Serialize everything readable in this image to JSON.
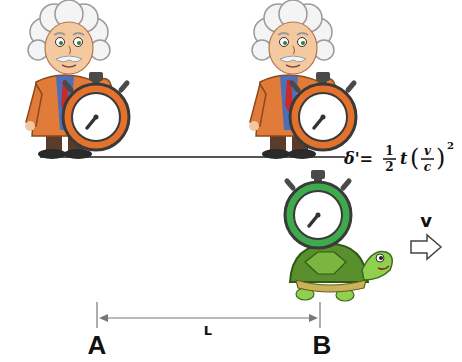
{
  "diagram": {
    "labels": [
      "δ'=",
      "1",
      "2",
      "t",
      "(",
      "v",
      "c",
      ")",
      "2",
      "v",
      "L",
      "A",
      "B"
    ]
  }
}
